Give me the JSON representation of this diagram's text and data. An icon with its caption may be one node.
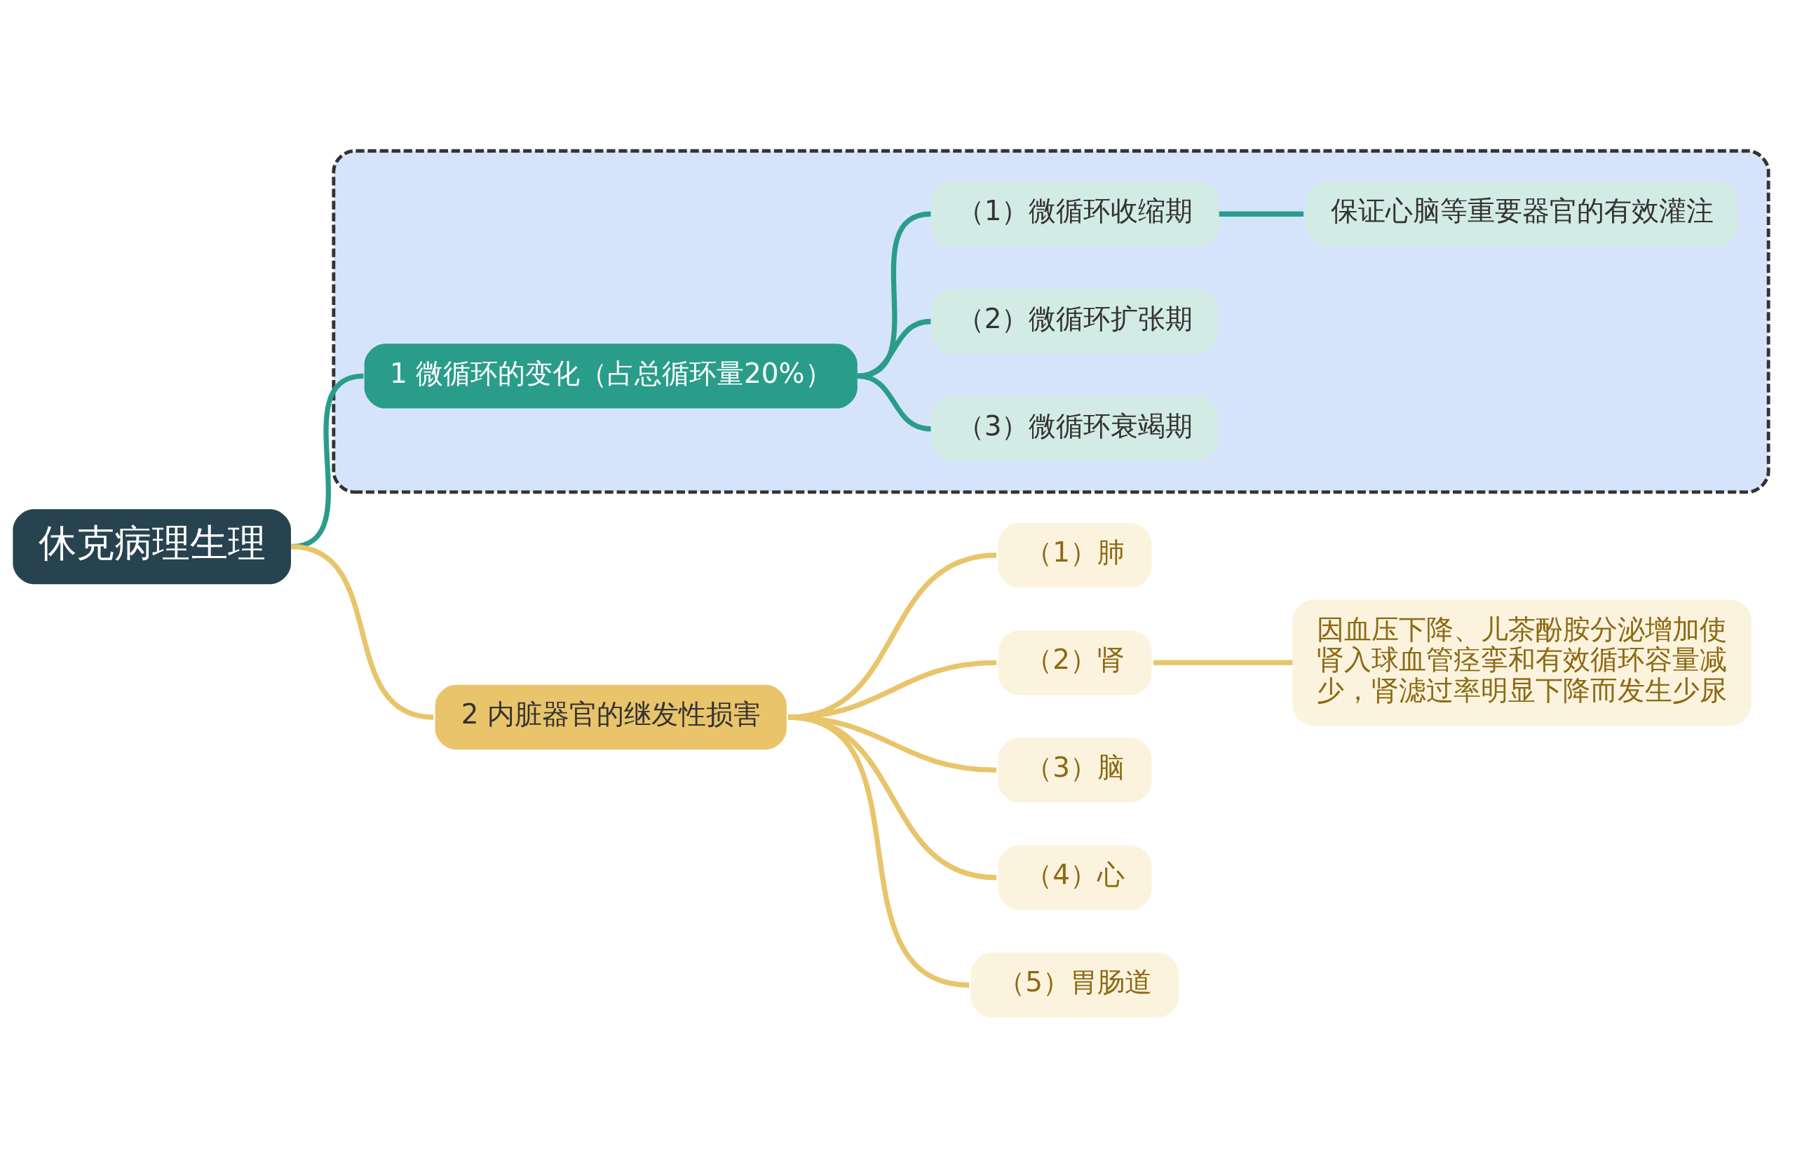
{
  "diagram": {
    "nodes": [
      {
        "text": [
          "休克病理生理"
        ]
      },
      {
        "text": [],
        "shape": "box"
      },
      {
        "text": [
          "1 微循环的变化（占总循环量20%）"
        ],
        "in": 1
      },
      {
        "text": [
          "（1）微循环收缩期"
        ],
        "in": 1
      },
      {
        "text": [
          "保证心脑等重要器官的有效灌注"
        ],
        "in": 1
      },
      {
        "text": [
          "（2）微循环扩张期"
        ],
        "in": 1
      },
      {
        "text": [
          "（3）微循环衰竭期"
        ],
        "in": 1
      },
      {
        "text": [
          "2 内脏器官的继发性损害"
        ]
      },
      {
        "text": [
          "（1）肺"
        ]
      },
      {
        "text": [
          "（2）肾"
        ]
      },
      {
        "text": [
          "因血压下降、儿茶酚胺分泌增加使肾入球血管痉挛和有效循环容量减少，肾滤过率明显下降而发生少尿"
        ]
      },
      {
        "text": [
          "（3）脑"
        ]
      },
      {
        "text": [
          "（4）心"
        ]
      },
      {
        "text": [
          "（5）胃肠道"
        ]
      }
    ],
    "edges": [
      {
        "from": 0,
        "to": 2,
        "arrow": "none",
        "color": "#2a9d8a"
      },
      {
        "from": 2,
        "to": 6,
        "arrow": "none",
        "color": "#2a9d8a"
      },
      {
        "from": 2,
        "to": 5,
        "arrow": "none",
        "color": "#2a9d8a"
      },
      {
        "from": 2,
        "to": 3,
        "arrow": "none",
        "color": "#2a9d8a"
      },
      {
        "from": 3,
        "to": 4,
        "arrow": "none",
        "color": "#2a9d8a"
      },
      {
        "from": 0,
        "to": 7,
        "arrow": "none"
      },
      {
        "from": 7,
        "to": 8,
        "arrow": "none"
      },
      {
        "from": 7,
        "to": 9,
        "arrow": "none"
      },
      {
        "from": 7,
        "to": 11,
        "arrow": "none"
      },
      {
        "from": 7,
        "to": 12,
        "arrow": "none"
      },
      {
        "from": 7,
        "to": 13,
        "arrow": "none"
      },
      {
        "from": 9,
        "to": 10,
        "arrow": "none"
      }
    ]
  }
}
